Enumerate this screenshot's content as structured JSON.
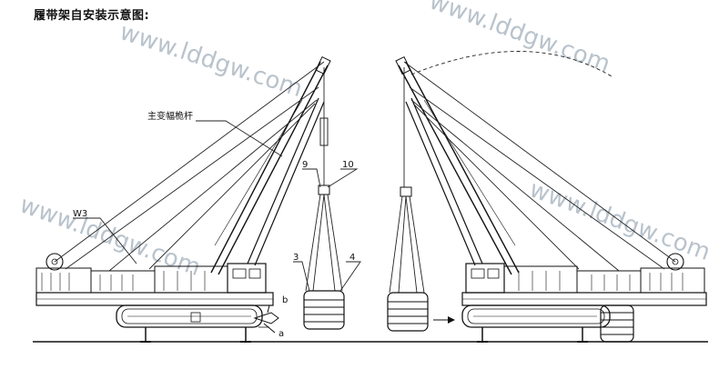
{
  "title": "履带架自安装示意图:",
  "labels": {
    "main_boom": "主变幅桅杆",
    "w3": "W3",
    "n9": "9",
    "n10": "10",
    "n3": "3",
    "n4": "4",
    "a": "a",
    "b": "b"
  },
  "watermark": {
    "line1": "www.lddgw.com",
    "line2": "www.lddgw.com",
    "line3": "www.lddgw.com",
    "line4": "www.lddgw.com"
  }
}
